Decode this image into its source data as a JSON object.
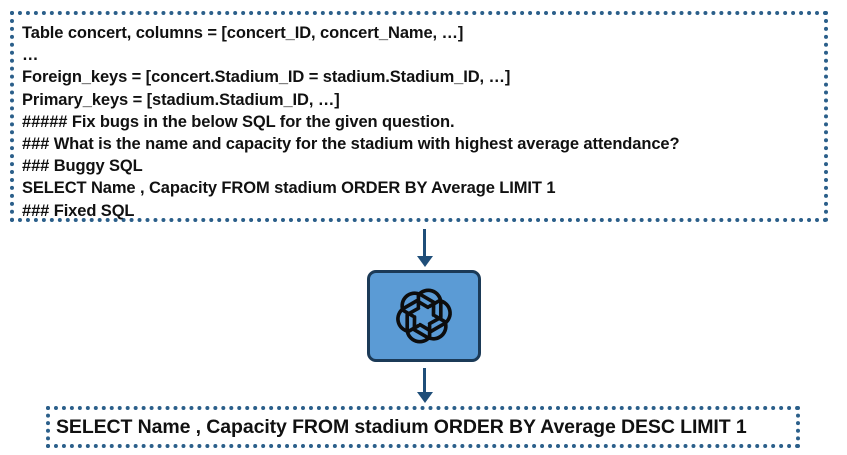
{
  "prompt": {
    "lines": [
      "Table concert, columns = [concert_ID, concert_Name, …]",
      "…",
      "Foreign_keys = [concert.Stadium_ID = stadium.Stadium_ID, …]",
      "Primary_keys = [stadium.Stadium_ID, …]",
      "##### Fix bugs in the below SQL for the given question.",
      "### What is the name and capacity for the stadium with highest average attendance?",
      "### Buggy SQL",
      "SELECT Name , Capacity FROM stadium ORDER BY Average LIMIT 1",
      "### Fixed SQL"
    ]
  },
  "model": {
    "icon": "openai-logo-icon"
  },
  "output": {
    "sql": "SELECT Name , Capacity FROM stadium ORDER BY Average DESC LIMIT 1"
  },
  "colors": {
    "border": "#2b5f8a",
    "arrow": "#1f4e79",
    "model_fill": "#5b9bd5",
    "model_border": "#1b3a57"
  }
}
